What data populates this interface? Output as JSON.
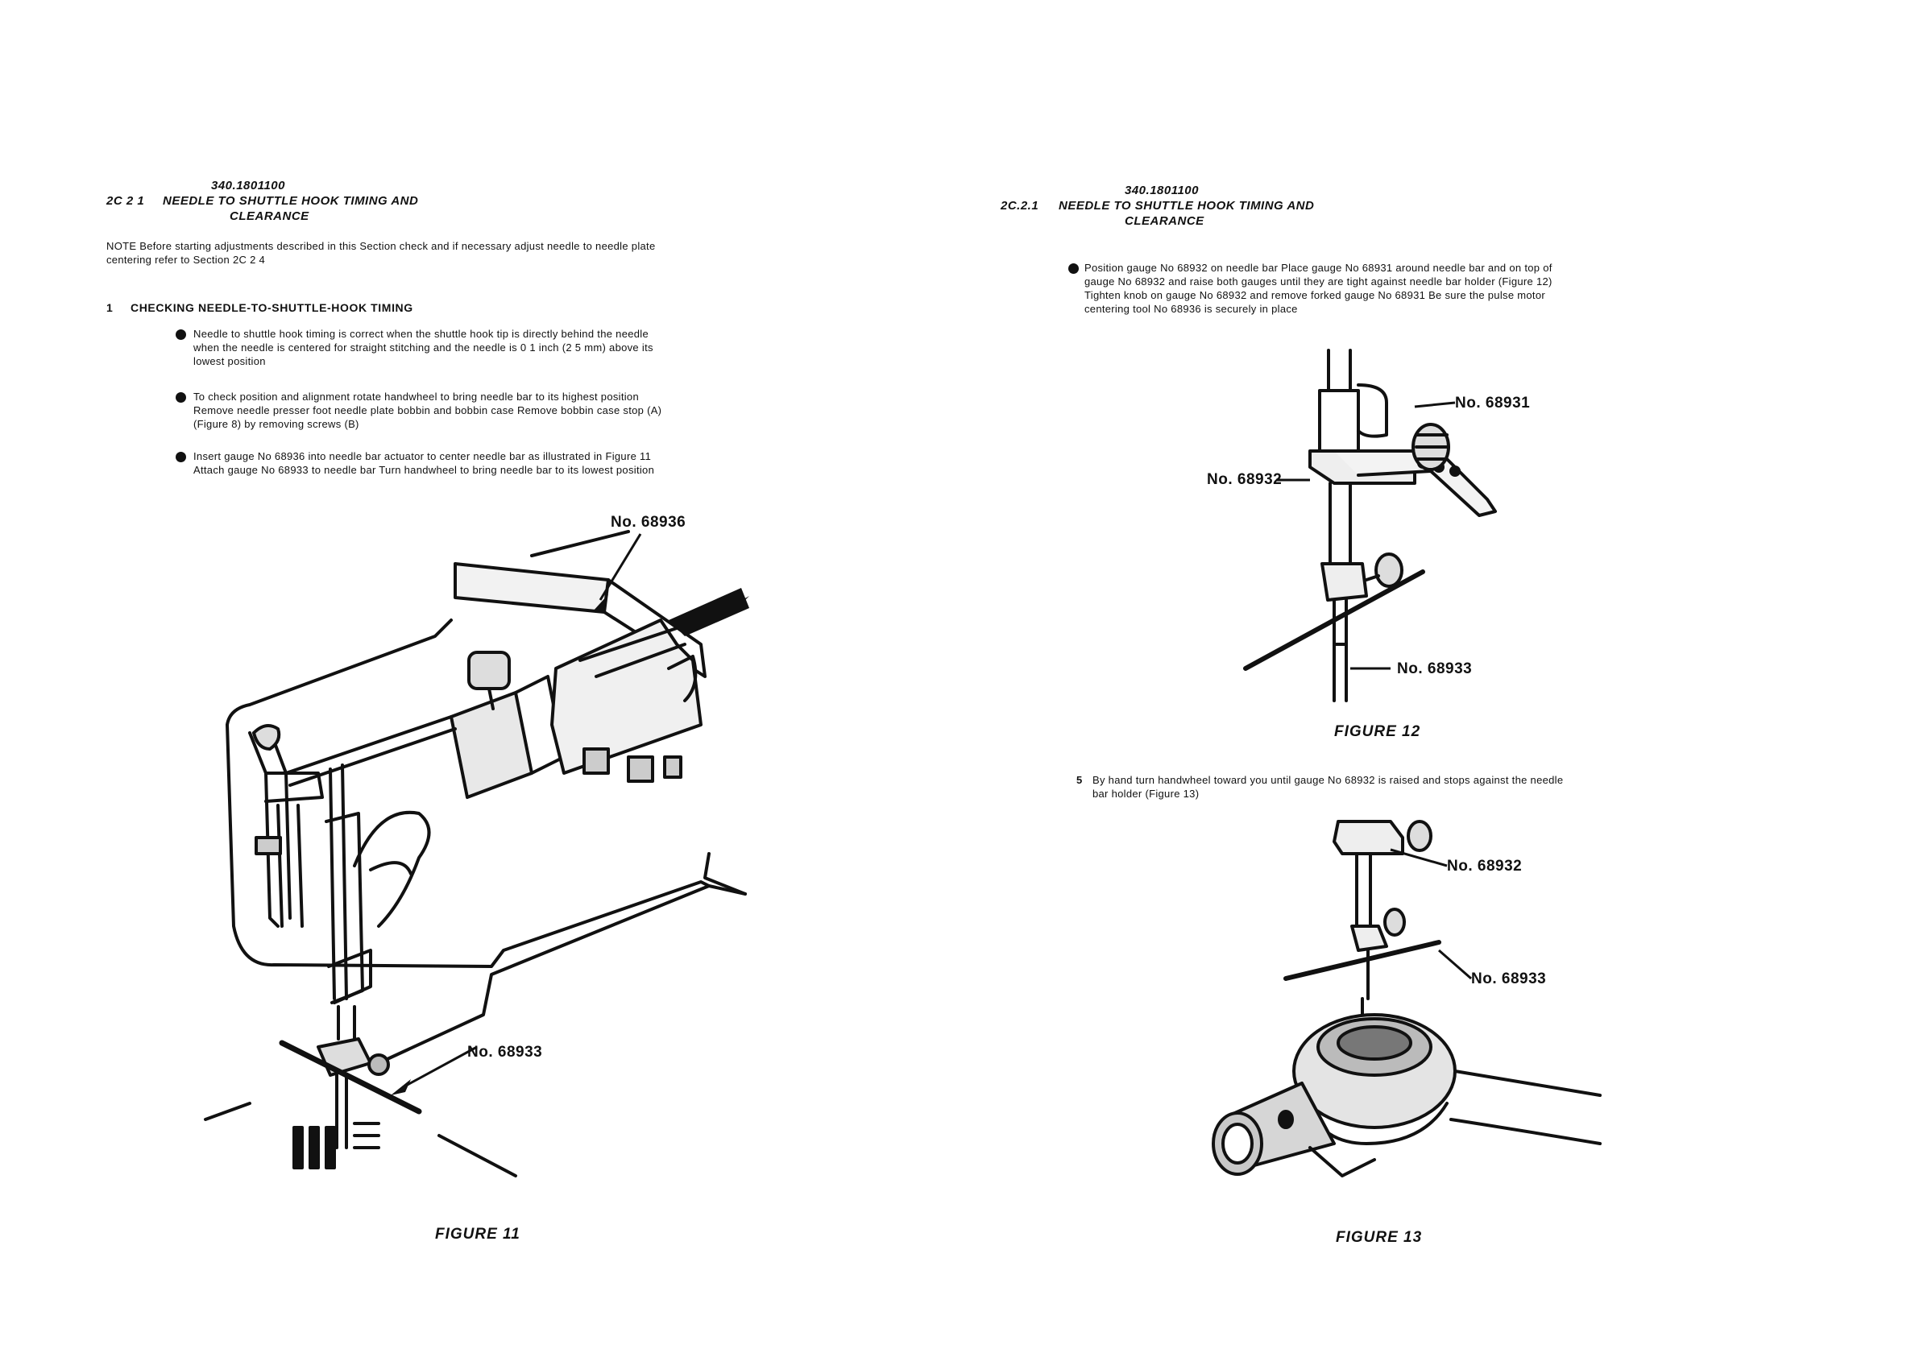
{
  "left": {
    "doc_number": "340.1801100",
    "section_number": "2C 2 1",
    "section_title_line1": "NEEDLE TO SHUTTLE HOOK TIMING AND",
    "section_title_line2": "CLEARANCE",
    "note_line1": "NOTE   Before starting adjustments described in this Section check and if necessary adjust needle to needle plate",
    "note_line2": "centering refer to Section 2C 2 4",
    "heading_number": "1",
    "heading_text": "CHECKING NEEDLE-TO-SHUTTLE-HOOK TIMING",
    "bullets": [
      {
        "lines": [
          "Needle to shuttle hook timing is correct when the shuttle hook tip is directly behind the needle",
          "when the needle is centered for straight stitching and the needle is 0 1 inch (2 5 mm) above its",
          "lowest position"
        ]
      },
      {
        "lines": [
          "To check position and alignment rotate handwheel to bring needle bar to its highest position",
          "Remove needle presser foot needle plate bobbin and bobbin case Remove bobbin case stop (A)",
          "(Figure 8) by removing screws (B)"
        ]
      },
      {
        "lines": [
          "Insert gauge No 68936 into needle bar actuator to center needle bar as illustrated in Figure 11",
          "Attach gauge No 68933 to needle bar Turn handwheel to bring needle bar to its lowest position"
        ]
      }
    ],
    "callout_top": "No. 68936",
    "callout_bottom": "No. 68933",
    "figure_caption": "FIGURE 11"
  },
  "right": {
    "doc_number": "340.1801100",
    "section_number": "2C.2.1",
    "section_title_line1": "NEEDLE TO SHUTTLE HOOK TIMING AND",
    "section_title_line2": "CLEARANCE",
    "bullet_lines": [
      "Position gauge No 68932 on needle bar Place gauge No 68931 around needle bar and on top of",
      "gauge No 68932 and raise both gauges until they are tight against needle bar holder (Figure 12)",
      "Tighten knob on gauge No 68932 and remove forked gauge No 68931 Be sure the pulse motor",
      "centering tool No 68936 is securely in place"
    ],
    "fig12": {
      "callout_right": "No. 68931",
      "callout_left": "No. 68932",
      "callout_bottom": "No. 68933",
      "caption": "FIGURE 12"
    },
    "step_number": "5",
    "step_line1": "By hand turn handwheel toward you until gauge No 68932 is raised and stops against the needle",
    "step_line2": "bar holder (Figure 13)",
    "fig13": {
      "callout_top": "No. 68932",
      "callout_bottom": "No. 68933",
      "caption": "FIGURE 13"
    }
  }
}
